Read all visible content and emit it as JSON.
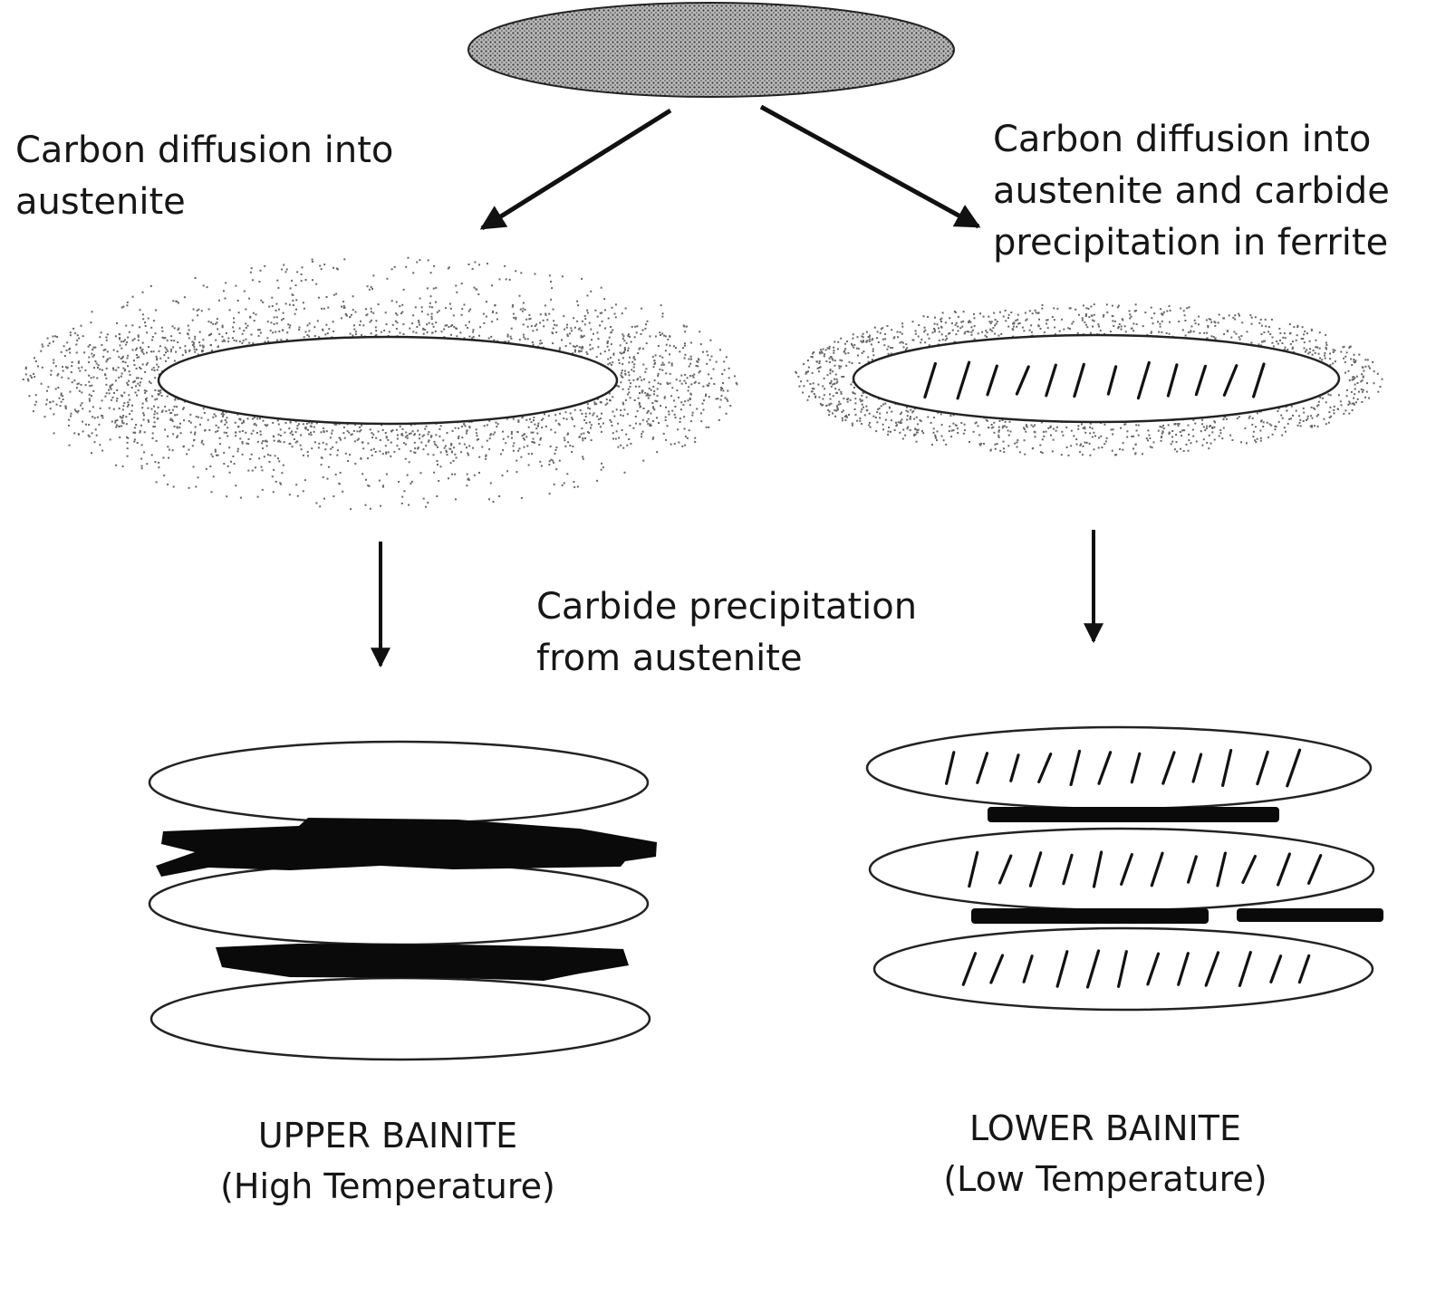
{
  "labels": {
    "left_process": [
      "Carbon diffusion into",
      "austenite"
    ],
    "right_process": [
      "Carbon diffusion into",
      "austenite and carbide",
      "precipitation in ferrite"
    ],
    "middle_process": [
      "Carbide precipitation",
      "from austenite"
    ]
  },
  "captions": {
    "upper": {
      "title": "UPPER BAINITE",
      "subtitle": "(High Temperature)"
    },
    "lower": {
      "title": "LOWER BAINITE",
      "subtitle": "(Low Temperature)"
    }
  },
  "colors": {
    "ink": "#111111",
    "halo": "#8a8a8a",
    "parent_fill": "#8c8c8c"
  }
}
